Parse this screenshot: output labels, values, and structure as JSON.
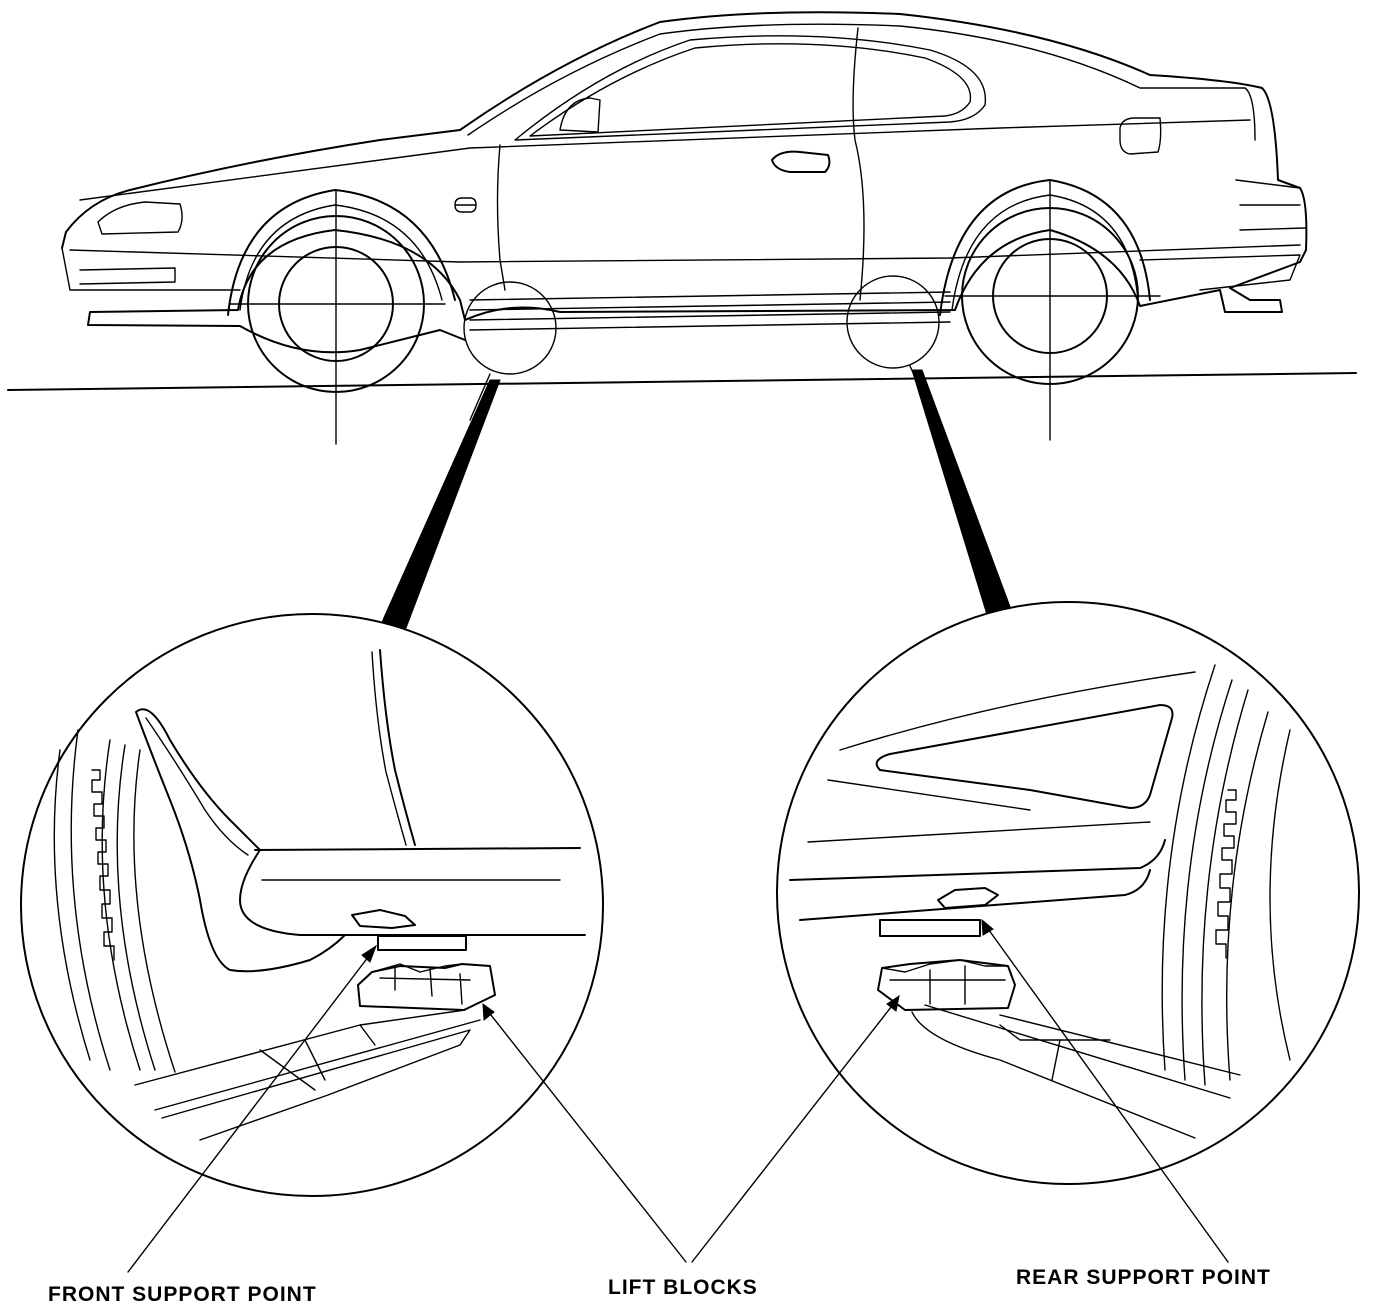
{
  "labels": {
    "front_support_point": "FRONT SUPPORT POINT",
    "lift_blocks": "LIFT BLOCKS",
    "rear_support_point": "REAR SUPPORT POINT"
  }
}
